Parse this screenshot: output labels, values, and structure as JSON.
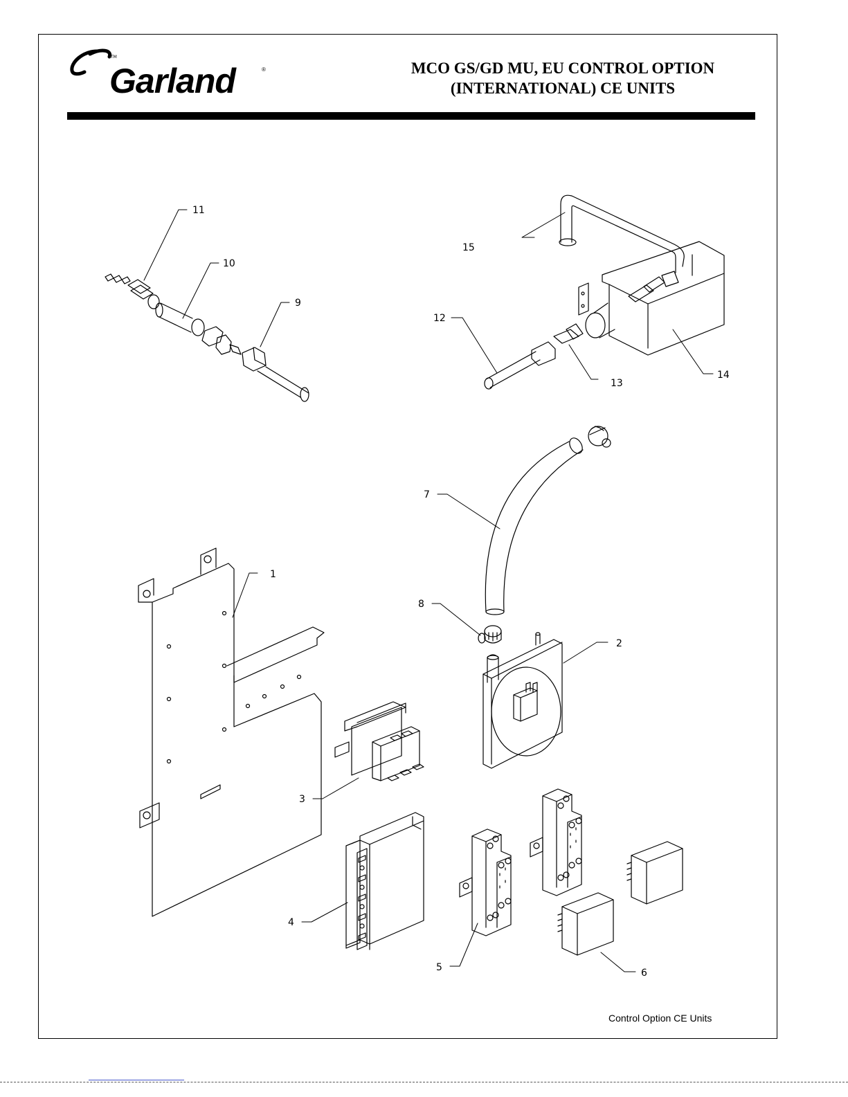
{
  "brand": {
    "name": "Garland",
    "trademark": "®",
    "logo_icon": "garland-swoosh-icon"
  },
  "header": {
    "title_line1": "MCO GS/GD MU, EU CONTROL OPTION",
    "title_line2": "(INTERNATIONAL) CE UNITS"
  },
  "callouts": {
    "c1": "1",
    "c2": "2",
    "c3": "3",
    "c4": "4",
    "c5": "5",
    "c6": "6",
    "c7": "7",
    "c8": "8",
    "c9": "9",
    "c10": "10",
    "c11": "11",
    "c12": "12",
    "c13": "13",
    "c14": "14",
    "c15": "15"
  },
  "footer": {
    "label": "Control Option CE Units"
  }
}
